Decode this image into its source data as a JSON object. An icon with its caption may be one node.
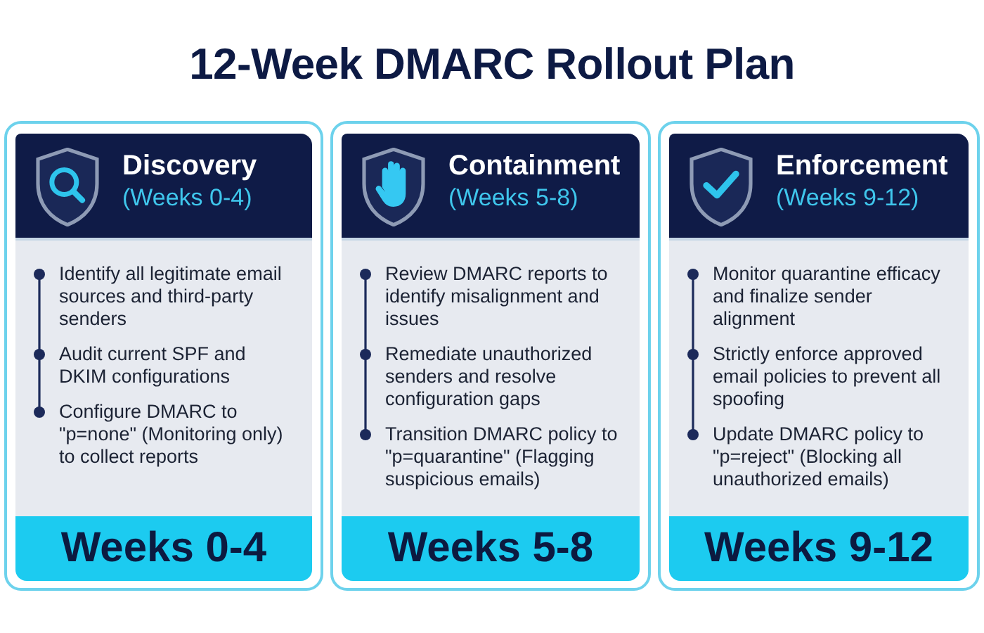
{
  "diagram": {
    "title": "12-Week DMARC Rollout Plan",
    "nodes": [
      {
        "text": [],
        "shape": "box"
      },
      {
        "text": [
          "Discovery",
          "(Weeks 0-4)"
        ],
        "in": 0
      },
      {
        "text": [
          "Identify all legitimate email sources and third-party senders",
          "Audit current SPF and DKIM configurations",
          "Configure DMARC to \"p=none\" (Monitoring only) to collect reports"
        ],
        "in": 0
      },
      {
        "text": [
          "Weeks 0-4"
        ],
        "in": 0
      },
      {
        "text": [],
        "shape": "box"
      },
      {
        "text": [
          "Containment",
          "(Weeks 5-8)"
        ],
        "in": 4
      },
      {
        "text": [
          "Review DMARC reports to identify misalignment and issues",
          "Remediate unauthorized senders and resolve configuration gaps",
          "Transition DMARC policy to \"p=quarantine\" (Flagging suspicious emails)"
        ],
        "in": 4
      },
      {
        "text": [
          "Weeks 5-8"
        ],
        "in": 4
      },
      {
        "text": [],
        "shape": "box"
      },
      {
        "text": [
          "Enforcement",
          "(Weeks 9-12)"
        ],
        "in": 8
      },
      {
        "text": [
          "Monitor quarantine efficacy and finalize sender alignment",
          "Strictly enforce approved email policies to prevent all spoofing",
          "Update DMARC policy to \"p=reject\" (Blocking all unauthorized emails)"
        ],
        "in": 8
      },
      {
        "text": [
          "Weeks 9-12"
        ],
        "in": 8
      }
    ]
  }
}
